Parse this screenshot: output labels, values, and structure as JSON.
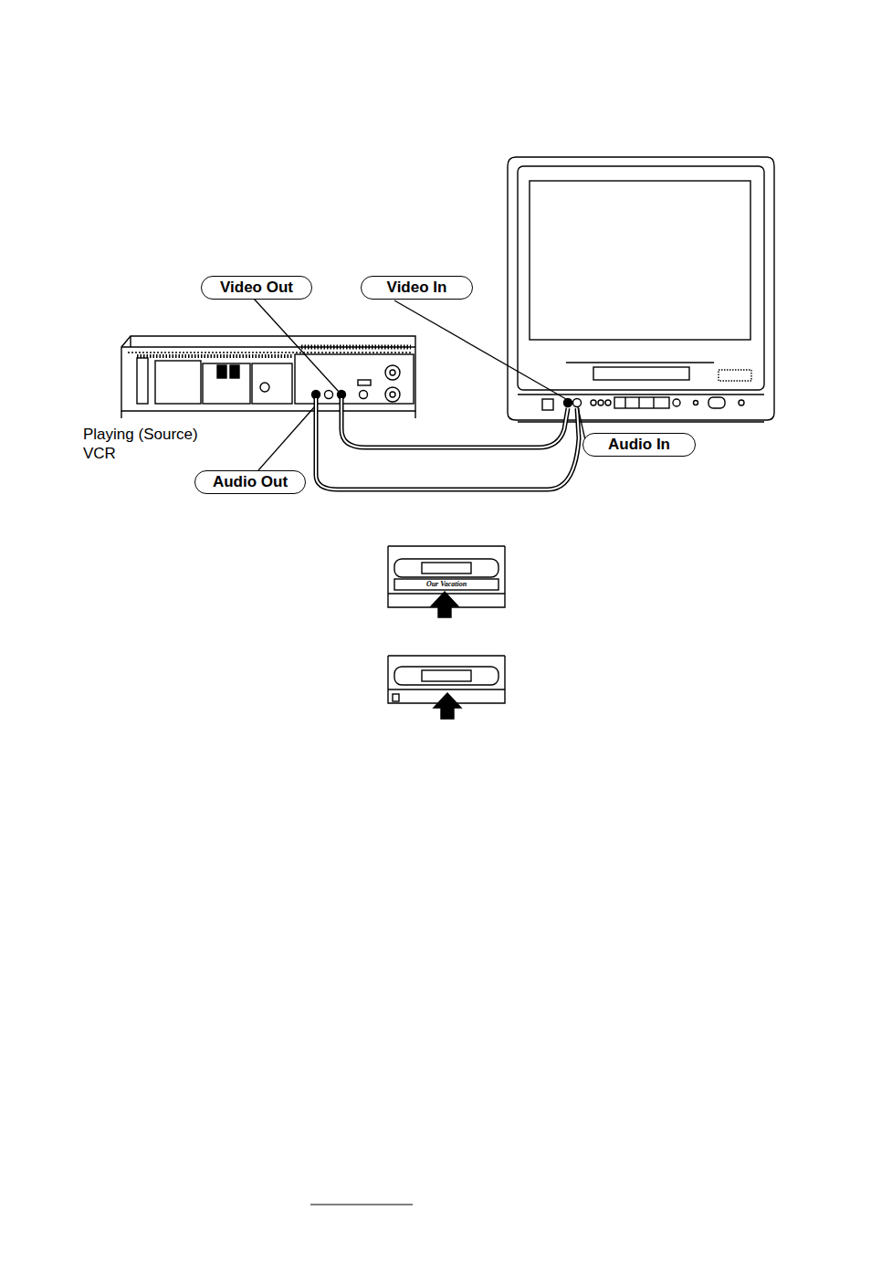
{
  "diagram": {
    "nodes": [
      {
        "text": [
          "Video Out"
        ]
      },
      {
        "text": [
          "Video In"
        ]
      },
      {
        "text": [
          "Audio In"
        ]
      },
      {
        "text": [
          "Audio Out"
        ]
      }
    ],
    "labels": [
      "Playing (Source) VCR",
      "Our Vacation"
    ]
  }
}
